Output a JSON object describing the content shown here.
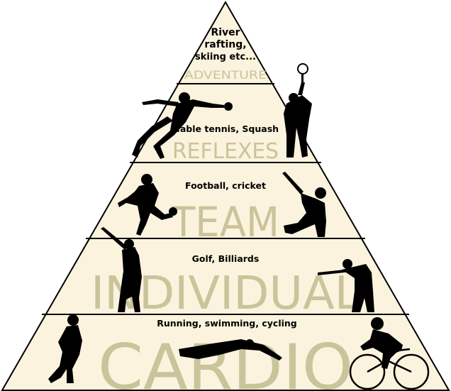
{
  "tiers": [
    {
      "examples": "River rafting, skiing etc...",
      "examples_lines": [
        "River",
        "rafting,",
        "skiing etc..."
      ],
      "category": "ADVENTURE"
    },
    {
      "examples": "Table tennis, Squash",
      "category": "REFLEXES"
    },
    {
      "examples": "Football, cricket",
      "category": "TEAM"
    },
    {
      "examples": "Golf, Billiards",
      "category": "INDIVIDUAL"
    },
    {
      "examples": "Running, swimming, cycling",
      "category": "CARDIO"
    }
  ],
  "colors": {
    "fill": "#fbf3de",
    "outline": "#000000",
    "category_text": "#c9c49a",
    "silhouette": "#000000"
  }
}
